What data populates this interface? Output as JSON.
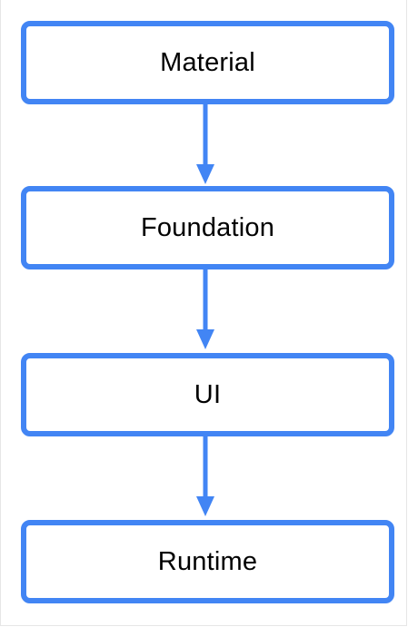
{
  "diagram": {
    "layers": [
      {
        "label": "Material"
      },
      {
        "label": "Foundation"
      },
      {
        "label": "UI"
      },
      {
        "label": "Runtime"
      }
    ],
    "colors": {
      "accent": "#4285f4",
      "text": "#000000",
      "background": "#ffffff"
    },
    "arrow_icon": "arrow-down-icon"
  }
}
